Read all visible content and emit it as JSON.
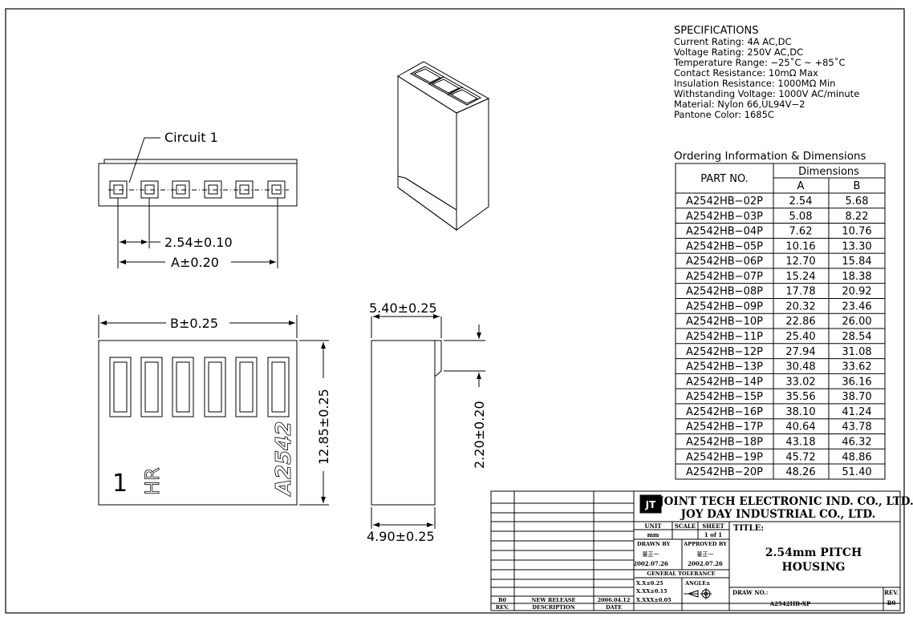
{
  "specs": {
    "title": "SPECIFICATIONS",
    "lines": [
      "Current Rating: 4A AC,DC",
      "Voltage Rating: 250V AC,DC",
      "Temperature Range: −25˚C ~ +85˚C",
      "Contact Resistance: 10mΩ Max",
      "Insulation Resistance: 1000MΩ Min",
      "Withstanding Voltage: 1000V AC/minute",
      "Material: Nylon 66,UL94V−2",
      "Pantone Color: 1685C"
    ]
  },
  "ordering": {
    "title": "Ordering Information & Dimensions",
    "col_part": "PART NO.",
    "col_dims": "Dimensions",
    "col_a": "A",
    "col_b": "B",
    "rows": [
      [
        "A2542HB−02P",
        "2.54",
        "5.68"
      ],
      [
        "A2542HB−03P",
        "5.08",
        "8.22"
      ],
      [
        "A2542HB−04P",
        "7.62",
        "10.76"
      ],
      [
        "A2542HB−05P",
        "10.16",
        "13.30"
      ],
      [
        "A2542HB−06P",
        "12.70",
        "15.84"
      ],
      [
        "A2542HB−07P",
        "15.24",
        "18.38"
      ],
      [
        "A2542HB−08P",
        "17.78",
        "20.92"
      ],
      [
        "A2542HB−09P",
        "20.32",
        "23.46"
      ],
      [
        "A2542HB−10P",
        "22.86",
        "26.00"
      ],
      [
        "A2542HB−11P",
        "25.40",
        "28.54"
      ],
      [
        "A2542HB−12P",
        "27.94",
        "31.08"
      ],
      [
        "A2542HB−13P",
        "30.48",
        "33.62"
      ],
      [
        "A2542HB−14P",
        "33.02",
        "36.16"
      ],
      [
        "A2542HB−15P",
        "35.56",
        "38.70"
      ],
      [
        "A2542HB−16P",
        "38.10",
        "41.24"
      ],
      [
        "A2542HB−17P",
        "40.64",
        "43.78"
      ],
      [
        "A2542HB−18P",
        "43.18",
        "46.32"
      ],
      [
        "A2542HB−19P",
        "45.72",
        "48.86"
      ],
      [
        "A2542HB−20P",
        "48.26",
        "51.40"
      ]
    ]
  },
  "dims": {
    "circuit": "Circuit 1",
    "pitch": "2.54±0.10",
    "a": "A±0.20",
    "b": "B±0.25",
    "height": "12.85±0.25",
    "side_top": "5.40±0.25",
    "side_bottom": "4.90±0.25",
    "latch": "2.20±0.20",
    "mark_1": "1",
    "mark_hr": "HR",
    "mark_part": "A2542"
  },
  "titleblock": {
    "company1": "JOINT TECH ELECTRONIC IND. CO., LTD.",
    "company2": "JOY DAY INDUSTRIAL CO., LTD.",
    "logo": "JT",
    "unit_label": "UNIT",
    "unit_value": "mm",
    "scale_label": "SCALE",
    "sheet_label": "SHEET",
    "sheet_value": "1 of 1",
    "title_label": "TITLE:",
    "title_line1": "2.54mm PITCH",
    "title_line2": "HOUSING",
    "drawn_by_label": "DRAWN BY",
    "drawn_by_name": "董正一",
    "drawn_date": "2002.07.26",
    "approved_label": "APPROVED BY",
    "approved_name": "董正一",
    "approved_date": "2002.07.26",
    "tol_label": "GENERAL TOLERANCE",
    "tol_1": "X.X±0.25",
    "tol_2": "X.XX±0.15",
    "tol_3": "X.XXX±0.05",
    "angle_label": "ANGLE±",
    "draw_no_label": "DRAW NO.:",
    "draw_no": "A2542HB-XP",
    "rev_label": "REV.",
    "rev_value": "B0",
    "rev_row_rev": "B0",
    "rev_row_desc": "NEW RELEASE",
    "rev_row_date": "2006.04.12",
    "hdr_rev": "REV.",
    "hdr_desc": "DESCRIPTION",
    "hdr_date": "DATE"
  }
}
